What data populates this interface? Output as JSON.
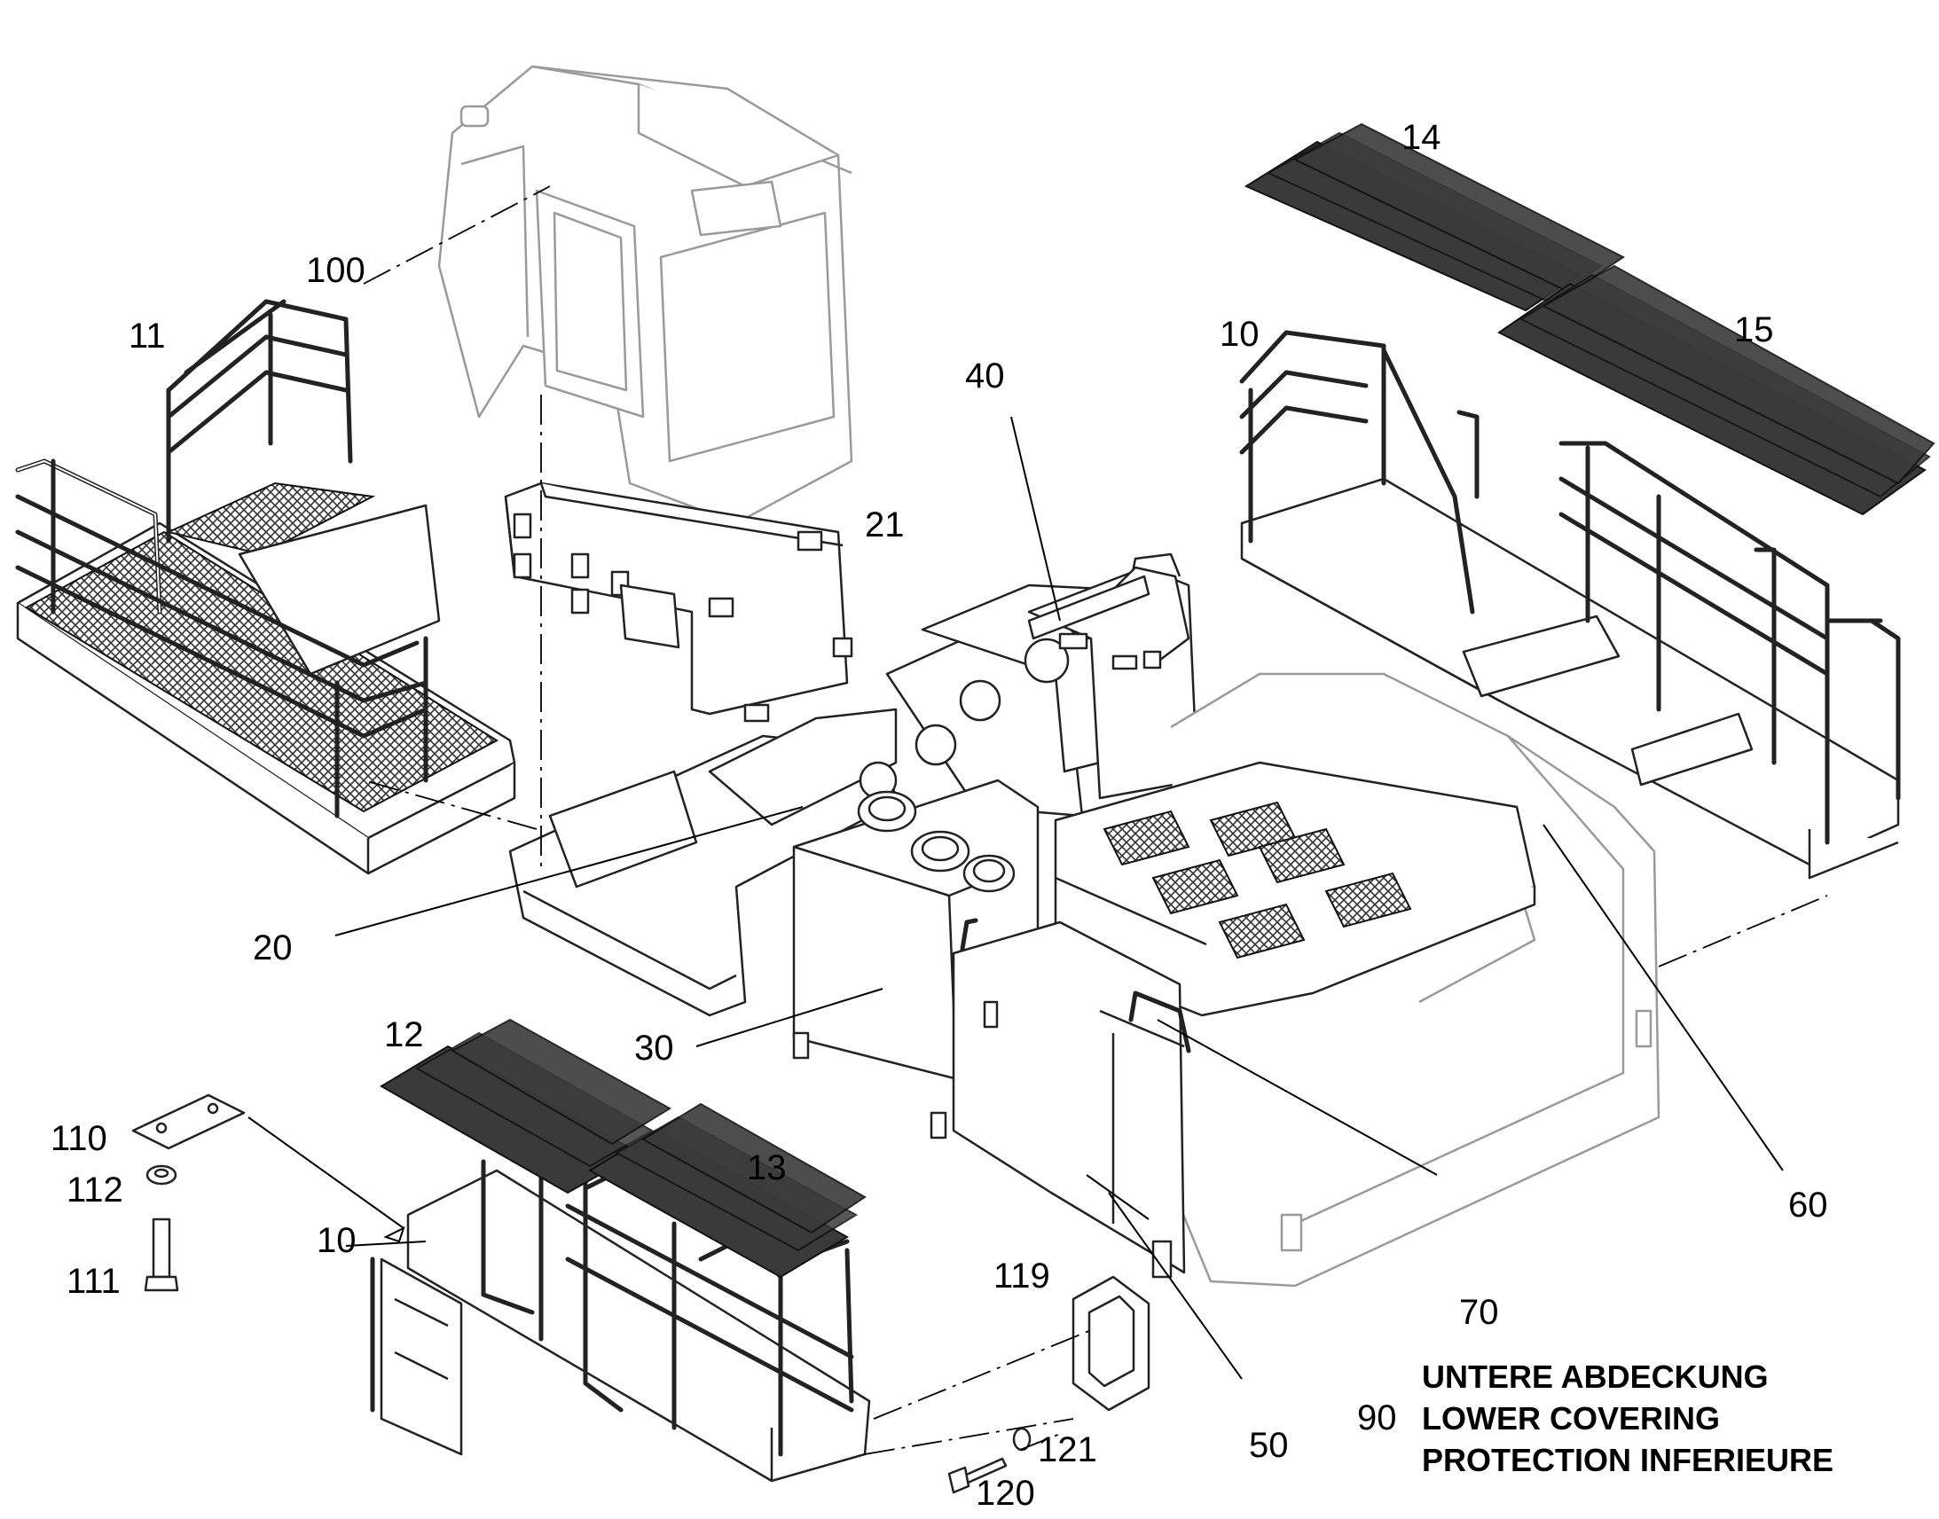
{
  "callouts": {
    "c100": "100",
    "c11": "11",
    "c10_top": "10",
    "c14": "14",
    "c15": "15",
    "c21": "21",
    "c40": "40",
    "c20": "20",
    "c30": "30",
    "c12": "12",
    "c13": "13",
    "c10_bottom": "10",
    "c110": "110",
    "c112": "112",
    "c111": "111",
    "c119": "119",
    "c120": "120",
    "c121": "121",
    "c50": "50",
    "c60": "60",
    "c70": "70",
    "c90": "90"
  },
  "title_block": {
    "line_de": "UNTERE ABDECKUNG",
    "line_en": "LOWER COVERING",
    "line_fr": "PROTECTION INFERIEURE"
  }
}
